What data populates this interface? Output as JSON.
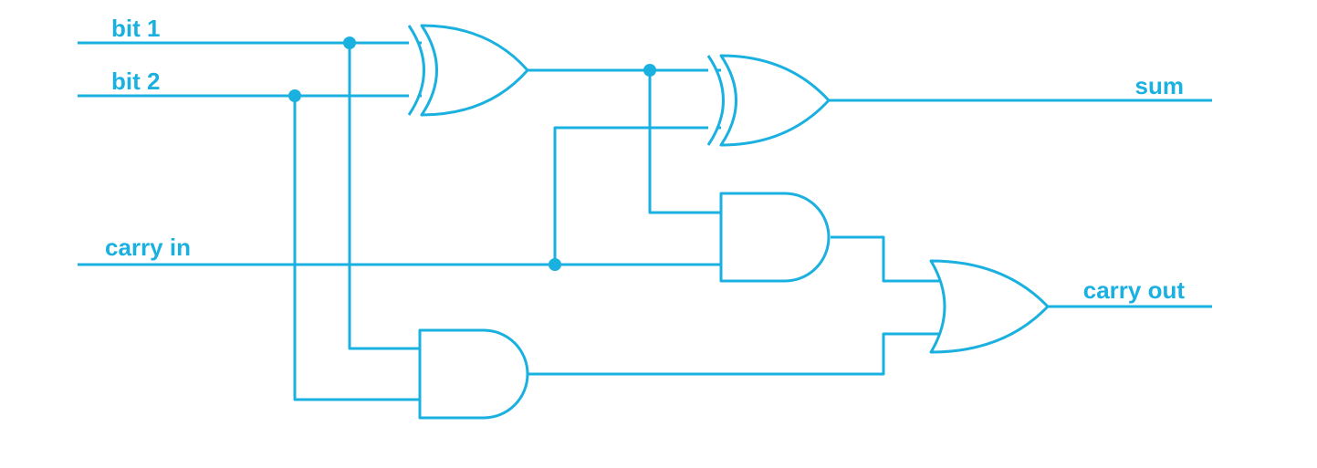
{
  "diagram": {
    "labels": {
      "bit1": "bit 1",
      "bit2": "bit 2",
      "carry_in": "carry in",
      "sum": "sum",
      "carry_out": "carry out"
    },
    "gates": [
      {
        "id": "xor-1",
        "type": "XOR"
      },
      {
        "id": "xor-2",
        "type": "XOR"
      },
      {
        "id": "and-1",
        "type": "AND"
      },
      {
        "id": "and-2",
        "type": "AND"
      },
      {
        "id": "or-1",
        "type": "OR"
      }
    ],
    "colors": {
      "wire": "#1ab0e0",
      "background": "#ffffff"
    }
  }
}
